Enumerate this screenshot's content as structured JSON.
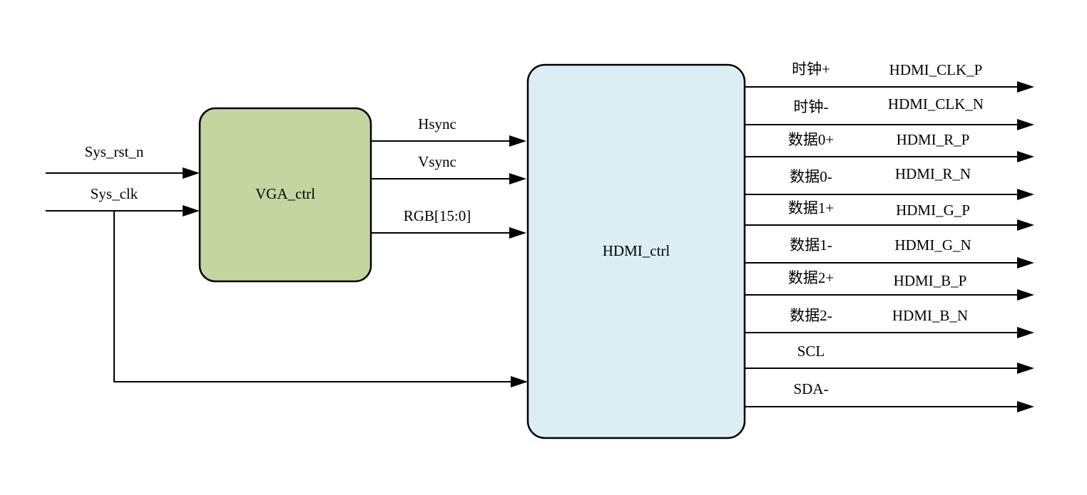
{
  "blocks": {
    "vga": {
      "label": "VGA_ctrl",
      "fill": "#c4d6a0"
    },
    "hdmi": {
      "label": "HDMI_ctrl",
      "fill": "#dbeef3"
    }
  },
  "inputs": {
    "rst": "Sys_rst_n",
    "clk": "Sys_clk"
  },
  "vga_to_hdmi": {
    "hsync": "Hsync",
    "vsync": "Vsync",
    "rgb": "RGB[15:0]"
  },
  "outputs": [
    {
      "signal": "时钟+",
      "pin": "HDMI_CLK_P"
    },
    {
      "signal": "时钟-",
      "pin": "HDMI_CLK_N"
    },
    {
      "signal": "数据0+",
      "pin": "HDMI_R_P"
    },
    {
      "signal": "数据0-",
      "pin": "HDMI_R_N"
    },
    {
      "signal": "数据1+",
      "pin": "HDMI_G_P"
    },
    {
      "signal": "数据1-",
      "pin": "HDMI_G_N"
    },
    {
      "signal": "数据2+",
      "pin": "HDMI_B_P"
    },
    {
      "signal": "数据2-",
      "pin": "HDMI_B_N"
    },
    {
      "signal": "SCL",
      "pin": ""
    },
    {
      "signal": "SDA-",
      "pin": ""
    }
  ]
}
